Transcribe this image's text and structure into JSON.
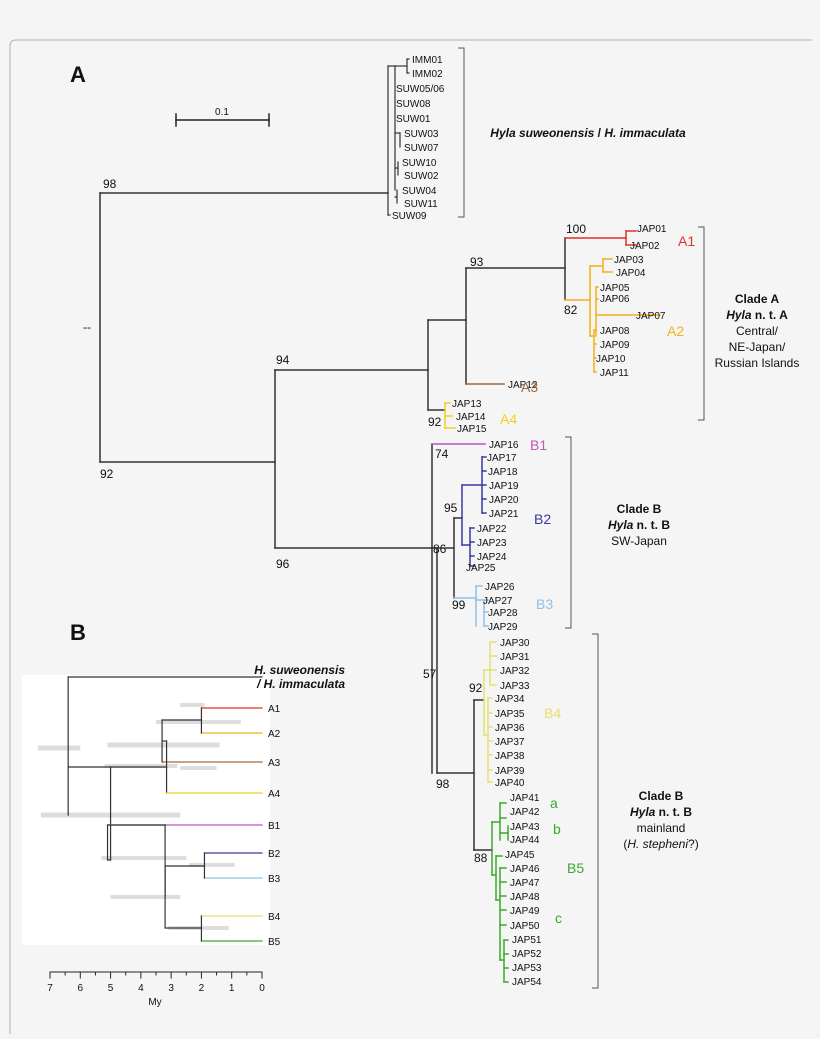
{
  "panel_a": {
    "label": "A",
    "scale_label": "0.1",
    "outgroup_label": {
      "genus": "Hyla suweonensis",
      "sep": " / ",
      "species": "H. immaculata"
    },
    "outgroup_leaves": [
      "IMM01",
      "IMM02",
      "SUW05/06",
      "SUW08",
      "SUW01",
      "SUW03",
      "SUW07",
      "SUW10",
      "SUW02",
      "SUW04",
      "SUW11",
      "SUW09"
    ],
    "leaves": [
      "JAP01",
      "JAP02",
      "JAP03",
      "JAP04",
      "JAP05",
      "JAP06",
      "JAP07",
      "JAP08",
      "JAP09",
      "JAP10",
      "JAP11",
      "JAP12",
      "JAP13",
      "JAP14",
      "JAP15",
      "JAP16",
      "JAP17",
      "JAP18",
      "JAP19",
      "JAP20",
      "JAP21",
      "JAP22",
      "JAP23",
      "JAP24",
      "JAP25",
      "JAP26",
      "JAP27",
      "JAP28",
      "JAP29",
      "JAP30",
      "JAP31",
      "JAP32",
      "JAP33",
      "JAP34",
      "JAP35",
      "JAP36",
      "JAP37",
      "JAP38",
      "JAP39",
      "JAP40",
      "JAP41",
      "JAP42",
      "JAP43",
      "JAP44",
      "JAP45",
      "JAP46",
      "JAP47",
      "JAP48",
      "JAP49",
      "JAP50",
      "JAP51",
      "JAP52",
      "JAP53",
      "JAP54"
    ],
    "bootstrap": {
      "b98": "98",
      "b92": "92",
      "b94": "94",
      "b93": "93",
      "b100": "100",
      "b82": "82",
      "b92b": "92",
      "b74": "74",
      "b95": "95",
      "b86": "86",
      "b99": "99",
      "b96": "96",
      "b57": "57",
      "b92c": "92",
      "b98b": "98",
      "b88": "88",
      "dash": "--"
    },
    "subclades": [
      {
        "name": "A1",
        "color": "#e0312a"
      },
      {
        "name": "A2",
        "color": "#f2b21c"
      },
      {
        "name": "A3",
        "color": "#a06a3c"
      },
      {
        "name": "A4",
        "color": "#f0d020"
      },
      {
        "name": "B1",
        "color": "#c055c0"
      },
      {
        "name": "B2",
        "color": "#3a3aa0"
      },
      {
        "name": "B3",
        "color": "#8ec0e8"
      },
      {
        "name": "B4",
        "color": "#e4e070"
      },
      {
        "name": "B5",
        "color": "#3aaa2a"
      }
    ],
    "b5_groups": [
      "a",
      "b",
      "c"
    ],
    "clade_a": {
      "title": "Clade A",
      "genus": "Hyla",
      "rest": " n. t. A",
      "lines": [
        "Central/",
        "NE-Japan/",
        "Russian Islands"
      ]
    },
    "clade_b_sw": {
      "title": "Clade B",
      "genus": "Hyla",
      "rest": " n. t. B",
      "lines": [
        "SW-Japan"
      ]
    },
    "clade_b_main": {
      "title": "Clade B",
      "genus": "Hyla",
      "rest": " n. t. B",
      "lines": [
        "mainland"
      ],
      "note_pre": "(",
      "note_sp": "H. stepheni",
      "note_post": "?)"
    }
  },
  "panel_b": {
    "label": "B",
    "outgroup_line1": "H. suweonensis",
    "outgroup_line2": "/ H. immaculata",
    "tips": [
      "A1",
      "A2",
      "A3",
      "A4",
      "B1",
      "B2",
      "B3",
      "B4",
      "B5"
    ],
    "axis_ticks": [
      "7",
      "6",
      "5",
      "4",
      "3",
      "2",
      "1",
      "0"
    ],
    "axis_label": "My"
  }
}
